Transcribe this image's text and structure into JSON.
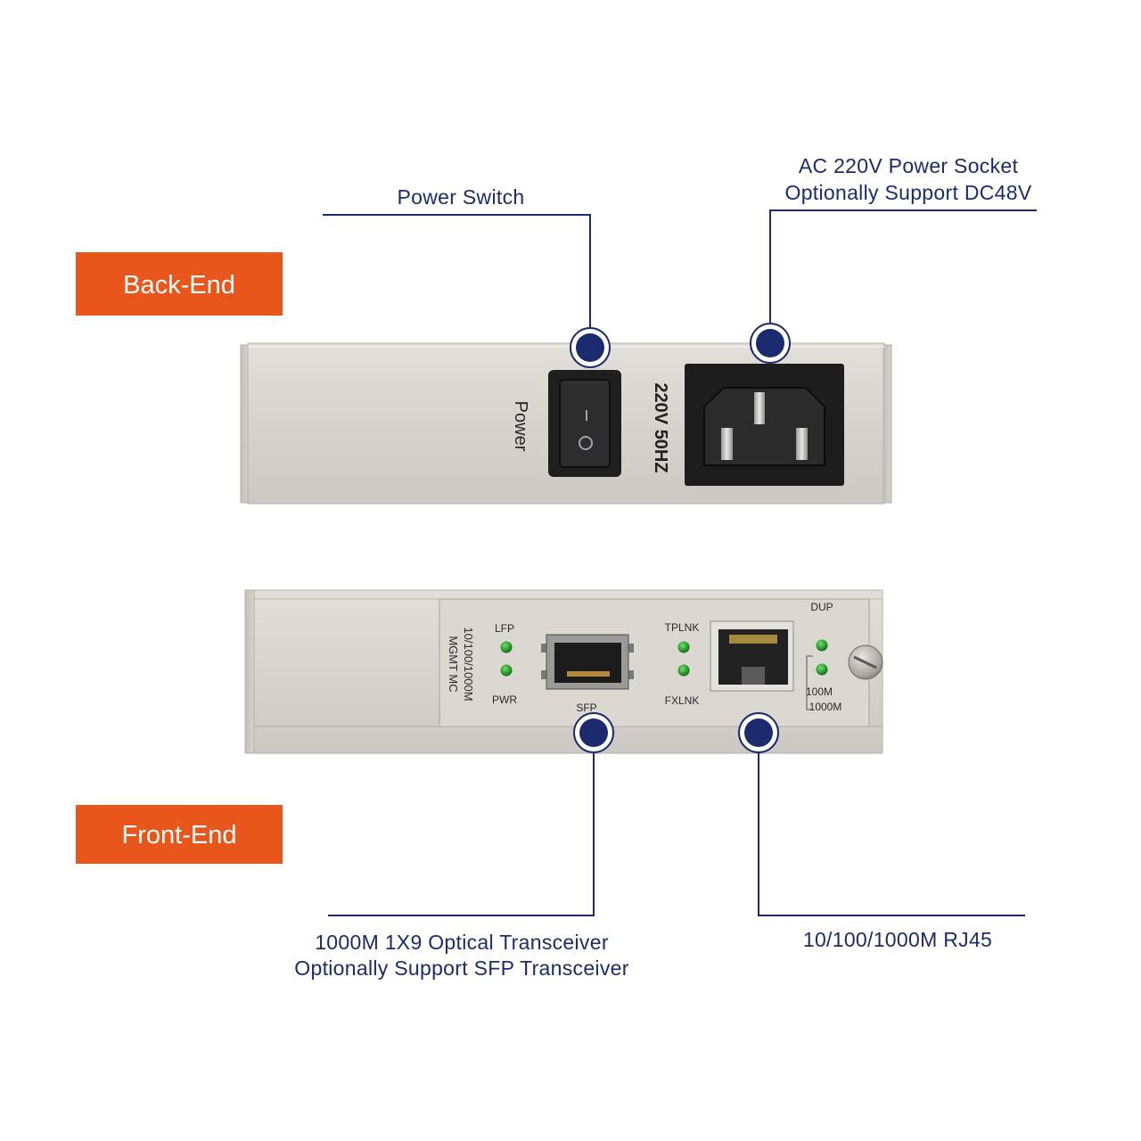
{
  "sections": {
    "back_end_label": "Back-End",
    "front_end_label": "Front-End"
  },
  "callouts": {
    "power_switch": "Power Switch",
    "power_socket": [
      "AC 220V Power Socket",
      "Optionally Support DC48V"
    ],
    "optical": [
      "1000M 1X9 Optical Transceiver",
      "Optionally Support SFP Transceiver"
    ],
    "rj45": "10/100/1000M RJ45"
  },
  "back_panel": {
    "switch_label": "Power",
    "voltage_label": "220V 50HZ"
  },
  "front_panel": {
    "model_line1": "10/100/1000M",
    "model_line2": "MGMT MC",
    "led_lfp": "LFP",
    "led_pwr": "PWR",
    "port_sfp": "SFP",
    "led_tplnk": "TPLNK",
    "led_fxlnk": "FXLNK",
    "led_dup": "DUP",
    "speed_100": "100M",
    "speed_1000": "1000M"
  },
  "colors": {
    "accent_orange": "#E8561B",
    "navy": "#1C2B6E",
    "led_green": "#2E9B2E",
    "chassis": "#D7D4CE"
  },
  "icons": [
    "callout-marker-icon",
    "power-rocker-icon",
    "ac-socket-icon",
    "sfp-port-icon",
    "rj45-port-icon",
    "screw-icon"
  ]
}
